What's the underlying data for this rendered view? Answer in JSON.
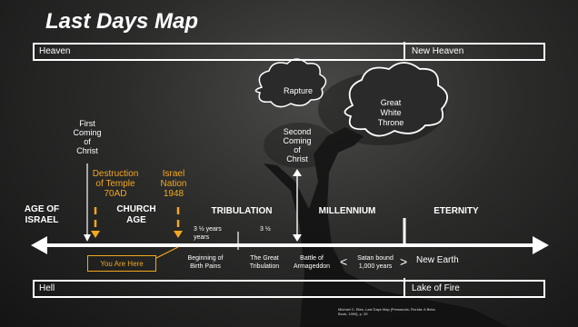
{
  "title": "Last Days Map",
  "top_bar": {
    "left": "Heaven",
    "right": "New Heaven"
  },
  "bottom_bar": {
    "left": "Hell",
    "right": "Lake of Fire"
  },
  "events": {
    "rapture": "Rapture",
    "great_white_throne": [
      "Great",
      "White",
      "Throne"
    ],
    "first_coming": [
      "First",
      "Coming",
      "of",
      "Christ"
    ],
    "second_coming": [
      "Second",
      "Coming",
      "of",
      "Christ"
    ],
    "destruction": [
      "Destruction",
      "of Temple",
      "70AD"
    ],
    "israel_nation": [
      "Israel",
      "Nation",
      "1948"
    ]
  },
  "eras": {
    "age_of_israel": [
      "AGE OF",
      "ISRAEL"
    ],
    "church_age": [
      "CHURCH",
      "AGE"
    ],
    "tribulation": "TRIBULATION",
    "millennium": "MILLENNIUM",
    "eternity": "ETERNITY"
  },
  "timeline_notes": {
    "three_half_years": [
      "3 ½ years",
      "years"
    ],
    "three_half_short": "3 ½",
    "beginning_birth_pains": [
      "Beginning of",
      "Birth Pains"
    ],
    "great_tribulation": [
      "The Great",
      "Tribulation"
    ],
    "armageddon": [
      "Battle of",
      "Armageddon"
    ],
    "satan_bound": [
      "Satan bound",
      "1,000 years"
    ],
    "new_earth": "New Earth",
    "lt": "<",
    "gt": ">"
  },
  "you_are_here": "You Are Here",
  "credit": [
    "Michael C. Bies, Last Days Map [Pensacola, Florida: A Beka",
    "Book, 1990], p. 39"
  ]
}
